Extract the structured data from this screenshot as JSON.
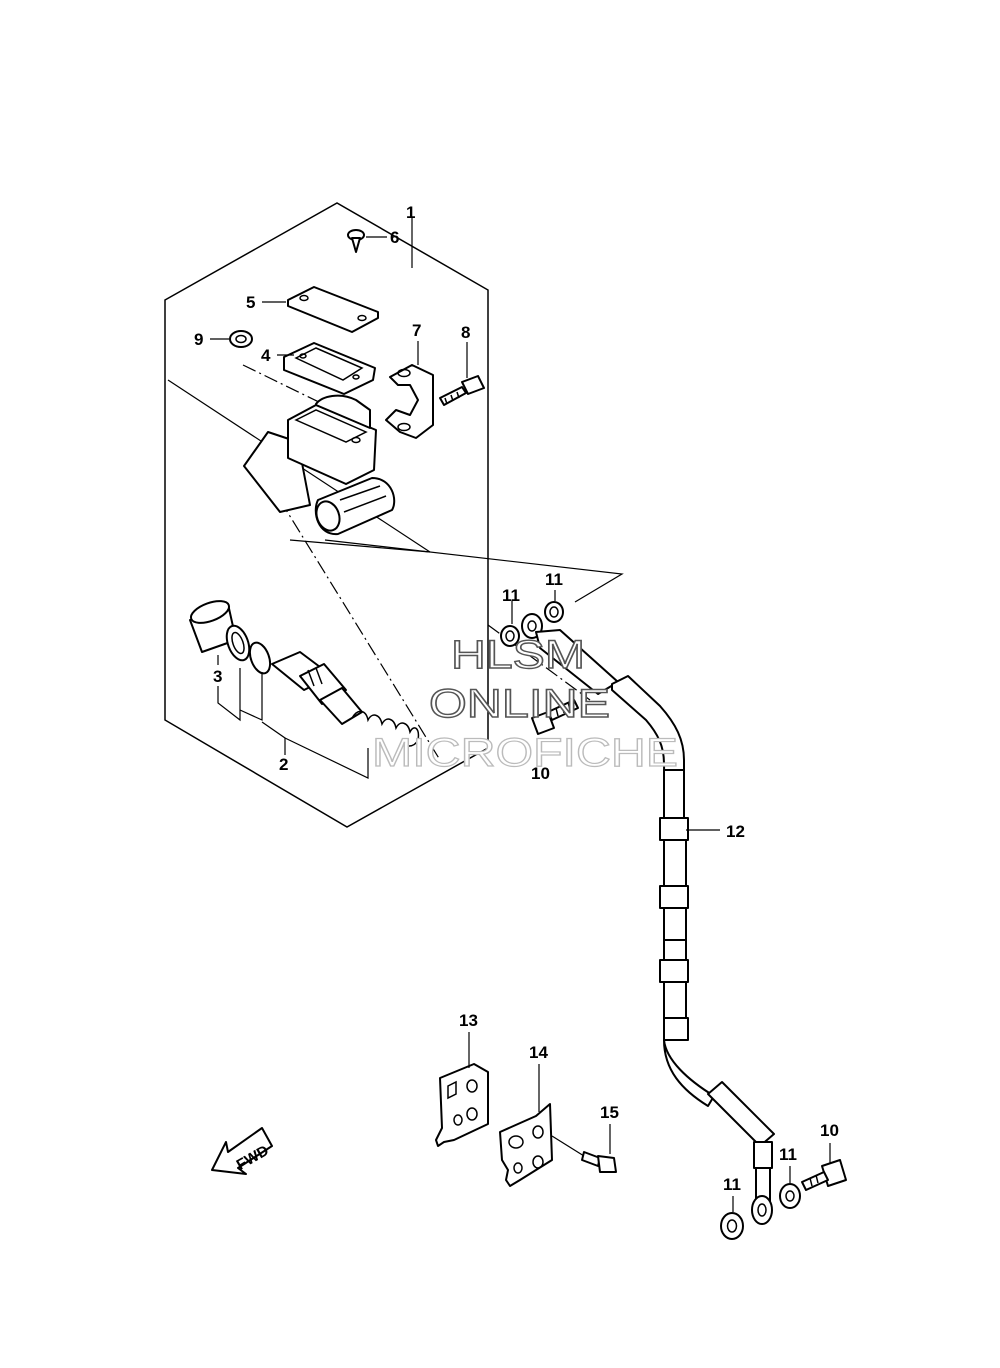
{
  "watermark": {
    "line1": "HLSM",
    "line2": "ONLINE",
    "line3": "MICROFICHE"
  },
  "fwd": "FWD",
  "callouts": {
    "c1": "1",
    "c2": "2",
    "c3": "3",
    "c4": "4",
    "c5": "5",
    "c6": "6",
    "c7": "7",
    "c8": "8",
    "c9": "9",
    "c10a": "10",
    "c10b": "10",
    "c11a": "11",
    "c11b": "11",
    "c11c": "11",
    "c11d": "11",
    "c12": "12",
    "c13": "13",
    "c14": "14",
    "c15": "15"
  }
}
